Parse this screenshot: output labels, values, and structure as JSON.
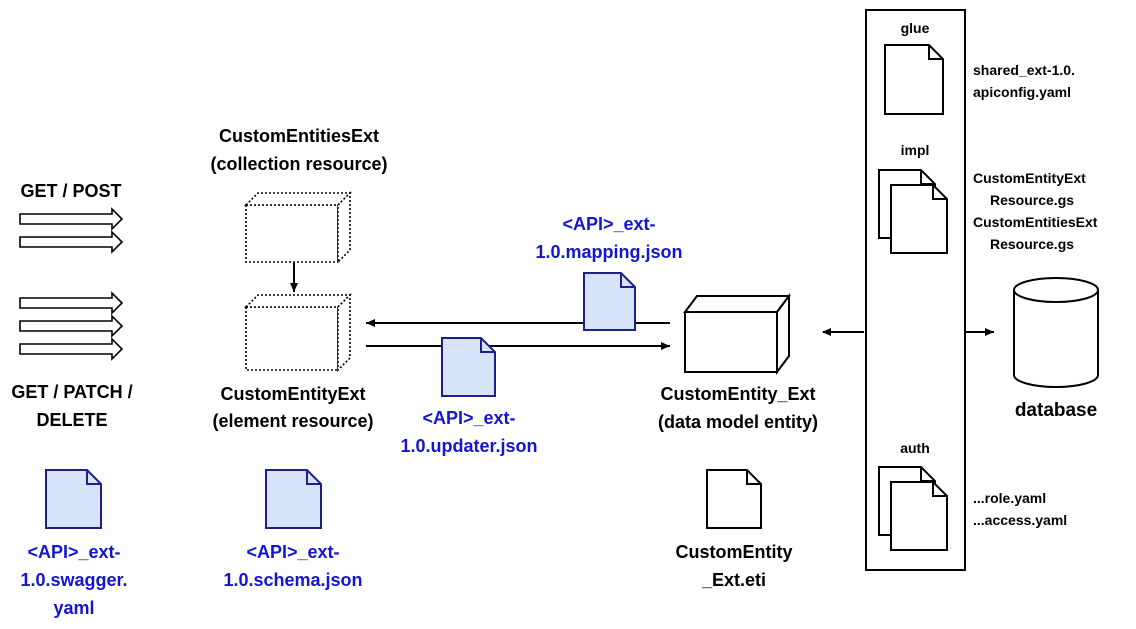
{
  "left": {
    "get_post": "GET / POST",
    "get_patch_delete_line1": "GET / PATCH /",
    "get_patch_delete_line2": "DELETE",
    "swagger_line1": "<API>_ext-",
    "swagger_line2": "1.0.swagger.",
    "swagger_line3": "yaml"
  },
  "collection": {
    "line1": "CustomEntitiesExt",
    "line2": "(collection resource)"
  },
  "element": {
    "line1": "CustomEntityExt",
    "line2": "(element resource)"
  },
  "schema": {
    "line1": "<API>_ext-",
    "line2": "1.0.schema.json"
  },
  "mapping": {
    "line1": "<API>_ext-",
    "line2": "1.0.mapping.json"
  },
  "updater": {
    "line1": "<API>_ext-",
    "line2": "1.0.updater.json"
  },
  "entity": {
    "line1": "CustomEntity_Ext",
    "line2": "(data model entity)"
  },
  "eti": {
    "line1": "CustomEntity",
    "line2": "_Ext.eti"
  },
  "panel": {
    "glue": "glue",
    "glue_file_line1": "shared_ext-1.0.",
    "glue_file_line2": "apiconfig.yaml",
    "impl": "impl",
    "impl_file1_line1": "CustomEntityExt",
    "impl_file1_line2": "Resource.gs",
    "impl_file2_line1": "CustomEntitiesExt",
    "impl_file2_line2": "Resource.gs",
    "auth": "auth",
    "auth_file1": "...role.yaml",
    "auth_file2": "...access.yaml"
  },
  "database": {
    "label": "database"
  },
  "colors": {
    "blue_text": "#1414d2",
    "blue_fill": "#d6e3f8"
  }
}
